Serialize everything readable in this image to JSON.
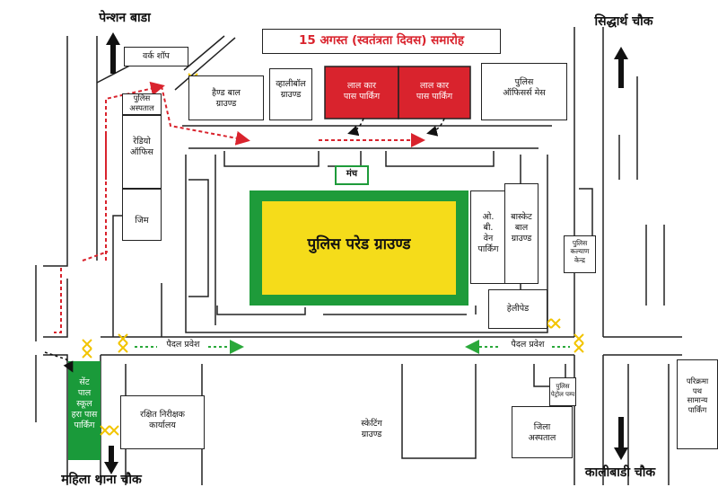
{
  "title": "15 अगस्त (स्वतंत्रता दिवस) समारोह",
  "corners": {
    "top_left": "पेन्शन बाडा",
    "top_right": "सिद्धार्थ चौक",
    "bottom_left": "महिला थाना चौक",
    "bottom_right": "कालीबाडी चौक"
  },
  "ground": {
    "label": "पुलिस परेड ग्राउण्ड",
    "stage": "मंच"
  },
  "places": {
    "workshop": "वर्क शॉप",
    "handball": [
      "हैण्ड बाल",
      "ग्राउण्ड"
    ],
    "volleyball": [
      "व्हालीबॉल",
      "ग्राउण्ड"
    ],
    "red_parking_1": [
      "लाल कार",
      "पास पार्किंग"
    ],
    "red_parking_2": [
      "लाल कार",
      "पास पार्किंग"
    ],
    "officers_mess": [
      "पुलिस",
      "ऑफिसर्स मेस"
    ],
    "police_hospital": [
      "पुलिस",
      "अस्पताल"
    ],
    "radio_office": [
      "रेडियो",
      "ऑफिस"
    ],
    "gym": "जिम",
    "ob_van": [
      "ओ.",
      "बी.",
      "वेन",
      "पार्किंग"
    ],
    "basketball": [
      "बास्केट",
      "बाल",
      "ग्राउण्ड"
    ],
    "welfare": [
      "पुलिस",
      "कल्याण",
      "केन्द्र"
    ],
    "helipad": "हेलीपेड",
    "walk_entry_left": "पैदल प्रवेश",
    "walk_entry_right": "पैदल प्रवेश",
    "st_paul": [
      "सेंट",
      "पाल",
      "स्कूल",
      "हरा पास",
      "पार्किंग"
    ],
    "reserve_office": [
      "रक्षित निरीक्षक",
      "कार्यालय"
    ],
    "skating": [
      "स्केटिंग",
      "ग्राउण्ड"
    ],
    "district_hospital": [
      "जिला",
      "अस्पताल"
    ],
    "petrol_pump": [
      "पुलिस",
      "पेट्रोल पम्प"
    ],
    "parikrama": [
      "परिक्रमा",
      "पथ",
      "सामान्य",
      "पार्किंग"
    ]
  },
  "colors": {
    "red_parking": "#d9232d",
    "green_school": "#1a9a3a",
    "ground_yellow": "#f5dc1a",
    "ground_green": "#1e9b3a",
    "title_red": "#d9232d",
    "stage_green": "#1e9b3a",
    "barrier_yellow": "#f2c400",
    "route_red": "#d9232d",
    "walk_green": "#2aa83a"
  }
}
